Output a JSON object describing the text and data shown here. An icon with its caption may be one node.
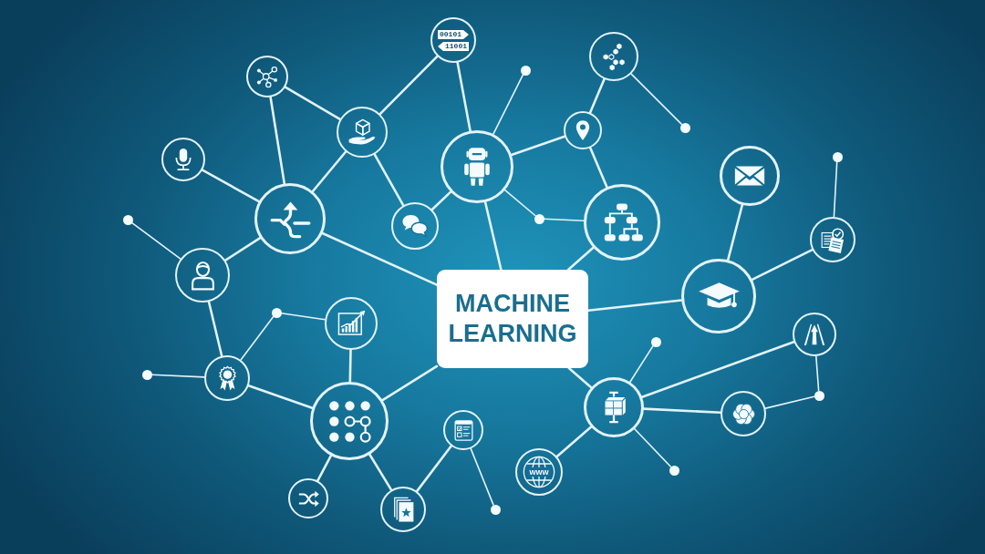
{
  "diagram": {
    "nodes": [
      {
        "text": [
          "00101",
          "11001"
        ]
      },
      {
        "text": [],
        "shape": "circle"
      },
      {
        "text": [],
        "shape": "dot"
      },
      {
        "text": [],
        "shape": "circle"
      },
      {
        "text": [],
        "shape": "dot"
      },
      {
        "text": [],
        "shape": "circle"
      },
      {
        "text": [],
        "shape": "circle"
      },
      {
        "text": [],
        "shape": "dot"
      },
      {
        "text": [],
        "shape": "circle"
      },
      {
        "text": [],
        "shape": "circle"
      },
      {
        "text": [],
        "shape": "circle"
      },
      {
        "text": [],
        "shape": "circle"
      },
      {
        "text": [],
        "shape": "dot"
      },
      {
        "text": [],
        "shape": "dot"
      },
      {
        "text": [],
        "shape": "circle"
      },
      {
        "text": [],
        "shape": "circle"
      },
      {
        "text": [],
        "shape": "circle"
      },
      {
        "text": [],
        "shape": "circle"
      },
      {
        "text": [
          "MACHINE LEARNING"
        ]
      },
      {
        "text": [],
        "shape": "circle"
      },
      {
        "text": [],
        "shape": "dot"
      },
      {
        "text": [],
        "shape": "circle"
      },
      {
        "text": [],
        "shape": "circle"
      },
      {
        "text": [],
        "shape": "dot"
      },
      {
        "text": [],
        "shape": "dot"
      },
      {
        "text": [],
        "shape": "circle"
      },
      {
        "text": [],
        "shape": "dot"
      },
      {
        "text": [],
        "shape": "circle"
      },
      {
        "text": [],
        "shape": "circle"
      },
      {
        "text": [],
        "shape": "circle"
      },
      {
        "text": [],
        "shape": "circle"
      },
      {
        "text": [],
        "shape": "dot"
      },
      {
        "text": [
          "www"
        ]
      },
      {
        "text": [],
        "shape": "circle"
      },
      {
        "text": [],
        "shape": "circle"
      },
      {
        "text": [],
        "shape": "dot"
      }
    ],
    "edges": [
      {
        "from": 3,
        "to": 11,
        "arrow": "none"
      },
      {
        "from": 3,
        "to": 6,
        "arrow": "none"
      },
      {
        "from": 6,
        "to": 0,
        "arrow": "none"
      },
      {
        "from": 6,
        "to": 11,
        "arrow": "none"
      },
      {
        "from": 6,
        "to": 15,
        "arrow": "none"
      },
      {
        "from": 8,
        "to": 11,
        "arrow": "none"
      },
      {
        "from": 12,
        "to": 17,
        "arrow": "none"
      },
      {
        "from": 11,
        "to": 17,
        "arrow": "none"
      },
      {
        "from": 11,
        "to": 18,
        "arrow": "none"
      },
      {
        "from": 15,
        "to": 9,
        "arrow": "none"
      },
      {
        "from": 0,
        "to": 9,
        "arrow": "none"
      },
      {
        "from": 2,
        "to": 9,
        "arrow": "none"
      },
      {
        "from": 9,
        "to": 5,
        "arrow": "none"
      },
      {
        "from": 9,
        "to": 13,
        "arrow": "none"
      },
      {
        "from": 13,
        "to": 14,
        "arrow": "none"
      },
      {
        "from": 9,
        "to": 18,
        "arrow": "none"
      },
      {
        "from": 5,
        "to": 1,
        "arrow": "none"
      },
      {
        "from": 1,
        "to": 4,
        "arrow": "none"
      },
      {
        "from": 5,
        "to": 14,
        "arrow": "none"
      },
      {
        "from": 14,
        "to": 18,
        "arrow": "none"
      },
      {
        "from": 10,
        "to": 19,
        "arrow": "none"
      },
      {
        "from": 19,
        "to": 16,
        "arrow": "none"
      },
      {
        "from": 16,
        "to": 7,
        "arrow": "none"
      },
      {
        "from": 18,
        "to": 19,
        "arrow": "none"
      },
      {
        "from": 18,
        "to": 27,
        "arrow": "none"
      },
      {
        "from": 27,
        "to": 23,
        "arrow": "none"
      },
      {
        "from": 27,
        "to": 22,
        "arrow": "none"
      },
      {
        "from": 27,
        "to": 28,
        "arrow": "none"
      },
      {
        "from": 28,
        "to": 26,
        "arrow": "none"
      },
      {
        "from": 26,
        "to": 22,
        "arrow": "none"
      },
      {
        "from": 27,
        "to": 31,
        "arrow": "none"
      },
      {
        "from": 27,
        "to": 32,
        "arrow": "none"
      },
      {
        "from": 30,
        "to": 35,
        "arrow": "none"
      },
      {
        "from": 30,
        "to": 34,
        "arrow": "none"
      },
      {
        "from": 34,
        "to": 29,
        "arrow": "none"
      },
      {
        "from": 29,
        "to": 33,
        "arrow": "none"
      },
      {
        "from": 29,
        "to": 21,
        "arrow": "none"
      },
      {
        "from": 29,
        "to": 18,
        "arrow": "none"
      },
      {
        "from": 29,
        "to": 25,
        "arrow": "none"
      },
      {
        "from": 25,
        "to": 20,
        "arrow": "none"
      },
      {
        "from": 20,
        "to": 21,
        "arrow": "none"
      },
      {
        "from": 25,
        "to": 24,
        "arrow": "none"
      },
      {
        "from": 25,
        "to": 17,
        "arrow": "none"
      }
    ]
  }
}
